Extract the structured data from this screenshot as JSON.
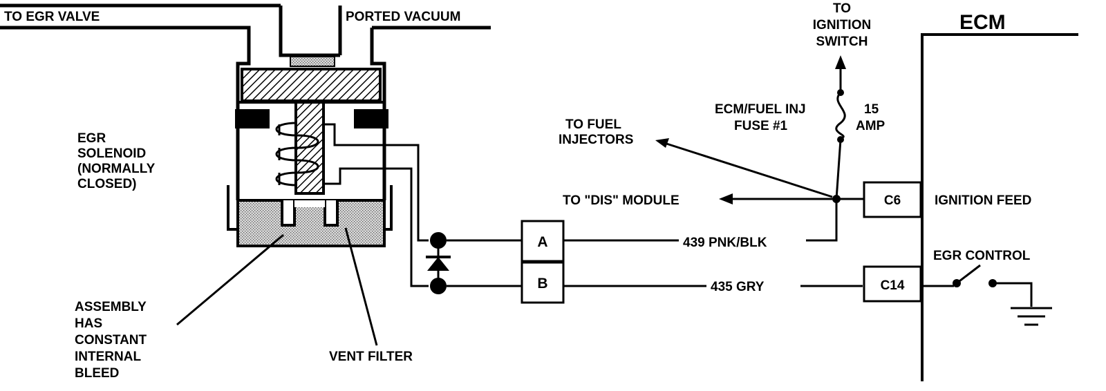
{
  "labels": {
    "to_egr_valve": "TO EGR VALVE",
    "ported_vacuum": "PORTED VACUUM",
    "egr_solenoid": [
      "EGR",
      "SOLENOID",
      "(NORMALLY",
      "CLOSED)"
    ],
    "assembly_bleed": [
      "ASSEMBLY",
      "HAS",
      "CONSTANT",
      "INTERNAL",
      "BLEED"
    ],
    "vent_filter": "VENT FILTER",
    "to_fuel_injectors": [
      "TO FUEL",
      "INJECTORS"
    ],
    "to_dis_module": "TO \"DIS\" MODULE",
    "to_ignition_switch": [
      "TO",
      "IGNITION",
      "SWITCH"
    ],
    "fuse_name": [
      "ECM/FUEL INJ",
      "FUSE #1"
    ],
    "fuse_rating": [
      "15",
      "AMP"
    ],
    "ecm": "ECM",
    "ignition_feed": "IGNITION FEED",
    "egr_control": "EGR CONTROL"
  },
  "connectors": {
    "a": "A",
    "b": "B",
    "c6": "C6",
    "c14": "C14"
  },
  "wires": {
    "a_circuit": "439 PNK/BLK",
    "b_circuit": "435 GRY"
  }
}
